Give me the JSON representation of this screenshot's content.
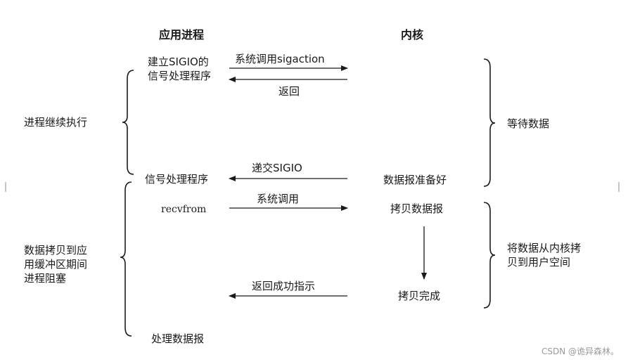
{
  "headers": {
    "app_process": "应用进程",
    "kernel": "内核"
  },
  "app_column": {
    "setup_line1": "建立SIGIO的",
    "setup_line2": "信号处理程序",
    "signal_handler": "信号处理程序",
    "recvfrom": "recvfrom",
    "process_datagram": "处理数据报"
  },
  "left_labels": {
    "continue_exec": "进程继续执行",
    "blocked_line1": "数据拷贝到应",
    "blocked_line2": "用缓冲区期间",
    "blocked_line3": "进程阻塞"
  },
  "arrows": {
    "sigaction": "系统调用sigaction",
    "return": "返回",
    "deliver_sigio": "递交SIGIO",
    "syscall": "系统调用",
    "return_success": "返回成功指示"
  },
  "kernel_column": {
    "data_ready": "数据报准备好",
    "copy_datagram": "拷贝数据报",
    "copy_done": "拷贝完成"
  },
  "right_labels": {
    "wait_data": "等待数据",
    "copy_line1": "将数据从内核拷",
    "copy_line2": "贝到用户空间"
  },
  "watermark": "CSDN @诡异森林。"
}
